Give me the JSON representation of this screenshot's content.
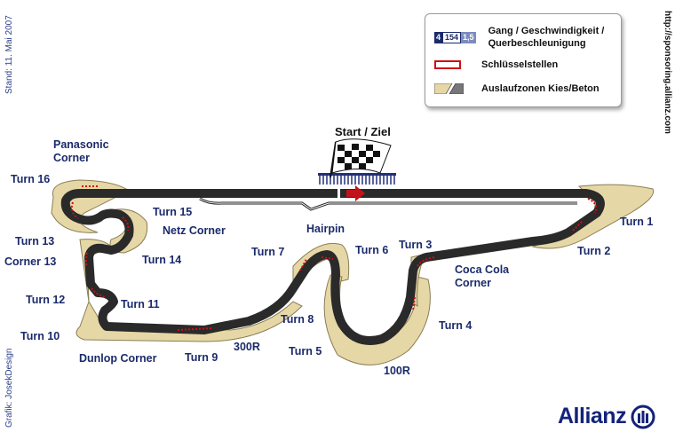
{
  "meta": {
    "date": "Stand: 11. Mai 2007",
    "credit": "Grafik: JosekDesign",
    "url": "http://sponsoring.allianz.com"
  },
  "legend": {
    "badge": {
      "gear": "4",
      "speed": "154",
      "g": "1,5"
    },
    "items": [
      {
        "label": "Gang / Geschwindigkeit /",
        "label2": "Querbeschleunigung"
      },
      {
        "label": "Schlüsselstellen"
      },
      {
        "label": "Auslaufzonen Kies/Beton"
      }
    ]
  },
  "start": {
    "label": "Start / Ziel"
  },
  "corners": [
    "Panasonic",
    "Corner",
    "Turn 16",
    "Turn 15",
    "Netz Corner",
    "Turn 13",
    "Corner 13",
    "Turn 14",
    "Turn 12",
    "Turn 11",
    "Turn 10",
    "Dunlop Corner",
    "Turn 9",
    "300R",
    "Turn 8",
    "Turn 5",
    "Turn 7",
    "Hairpin",
    "Turn 6",
    "Turn 3",
    "Coca Cola",
    "Corner",
    "Turn 4",
    "100R",
    "Turn 2",
    "Turn 1"
  ],
  "logo": {
    "text": "Allianz"
  },
  "colors": {
    "track": "#2a2a2a",
    "gravel": "#e6d7a6",
    "navy": "#1b2a6b",
    "key": "#d01010"
  }
}
